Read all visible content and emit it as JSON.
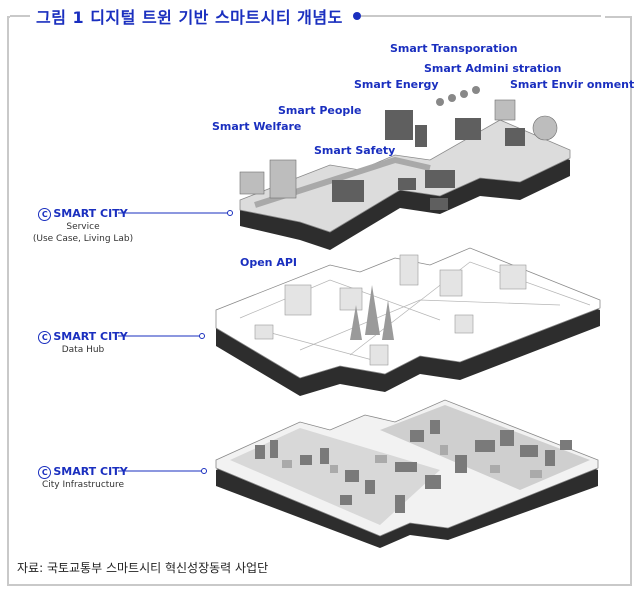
{
  "figure": {
    "title": "그림 1 디지털 트윈 기반 스마트시티 개념도",
    "source": "자료: 국토교통부 스마트시티 혁신성장동력 사업단"
  },
  "services": {
    "transportation": "Smart Transporation",
    "administration": "Smart Admini stration",
    "energy": "Smart Energy",
    "environment": "Smart Envir onment",
    "people": "Smart People",
    "welfare": "Smart Welfare",
    "safety": "Smart Safety",
    "open_api": "Open API"
  },
  "layers": [
    {
      "brand": "SMART CITY",
      "name": "Service",
      "detail": "(Use Case, Living Lab)"
    },
    {
      "brand": "SMART CITY",
      "name": "Data Hub"
    },
    {
      "brand": "SMART CITY",
      "name": "City Infrastructure"
    }
  ],
  "colors": {
    "accent": "#1a2fbf",
    "frame": "#c9c9c9"
  }
}
